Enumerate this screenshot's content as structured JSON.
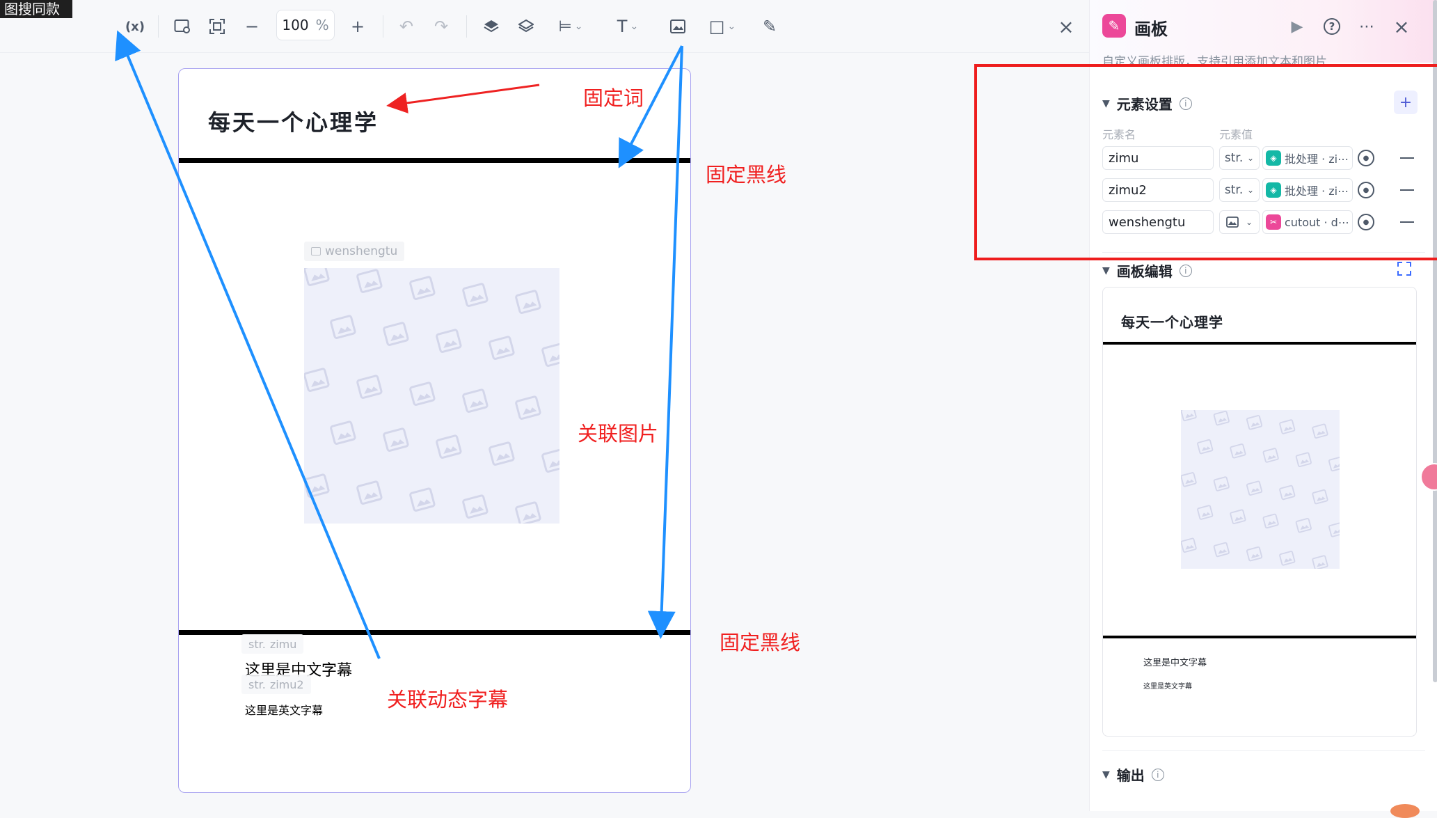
{
  "corner_label": "图搜同款",
  "toolbar": {
    "var_btn": "(x)",
    "zoom_value": "100",
    "zoom_unit": "%",
    "minus": "−",
    "plus": "+",
    "undo": "↶",
    "redo": "↷",
    "layer_up": "⧉",
    "layer": "◈",
    "align": "⊨",
    "text_tool": "T",
    "image_tool": "▣",
    "shape_tool": "□",
    "pen_tool": "✎",
    "chevron": "⌄",
    "close": "×"
  },
  "canvas": {
    "title": "每天一个心理学",
    "image_tag": "wenshengtu",
    "zimu_tag_type": "str.",
    "zimu_tag": "zimu",
    "zimu2_tag_type": "str.",
    "zimu2_tag": "zimu2",
    "subtitle_zh": "这里是中文字幕",
    "subtitle_en": "这里是英文字幕"
  },
  "annotations": {
    "fixed_word": "固定词",
    "fixed_line_top": "固定黑线",
    "linked_image": "关联图片",
    "fixed_line_bottom": "固定黑线",
    "linked_subtitle": "关联动态字幕"
  },
  "panel": {
    "title": "画板",
    "desc": "自定义画板排版，支持引用添加文本和图片",
    "play": "▶",
    "help": "?",
    "more": "⋯",
    "close": "×",
    "element_settings": {
      "title": "元素设置",
      "info": "i",
      "add": "+",
      "col_name": "元素名",
      "col_value": "元素值",
      "rows": [
        {
          "name": "zimu",
          "type": "str.",
          "value": "批处理 · zi⋯",
          "badge_color": "#14b8a6"
        },
        {
          "name": "zimu2",
          "type": "str.",
          "value": "批处理 · zi⋯",
          "badge_color": "#14b8a6"
        },
        {
          "name": "wenshengtu",
          "type": "img",
          "value": "cutout · d⋯",
          "badge_color": "#ec4899"
        }
      ]
    },
    "canvas_edit": {
      "title": "画板编辑",
      "info": "i",
      "preview_title": "每天一个心理学",
      "preview_sub_zh": "这里是中文字幕",
      "preview_sub_en": "这里是英文字幕"
    },
    "output": {
      "title": "输出",
      "info": "i"
    }
  },
  "colors": {
    "accent": "#4f5bd5",
    "annotation": "#f02020",
    "arrow_blue": "#1e90ff",
    "highlight_box": "#ee1d1d"
  }
}
